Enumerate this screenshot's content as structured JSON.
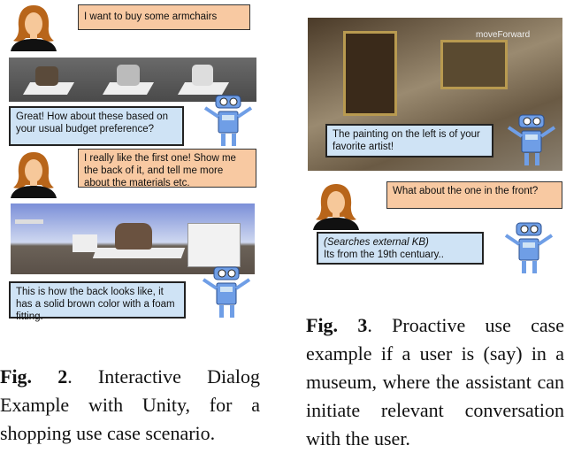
{
  "left_figure": {
    "user_msg_1": "I want to buy some armchairs",
    "bot_msg_1": "Great! How about these based on your usual budget preference?",
    "user_msg_2": "I really like the first one! Show me the back of it, and tell me more about the materials etc.",
    "bot_msg_2": "This is how the back looks like, it has a solid brown color with a foam fitting.",
    "caption_label": "Fig. 2",
    "caption_text": ". Interactive Dialog Example with Unity, for a shopping use case scenario."
  },
  "right_figure": {
    "scene_watermark": "moveForward",
    "bot_msg_1": "The painting on the left is of your favorite artist!",
    "user_msg_1": "What about the one in the front?",
    "bot_msg_2_action": "(Searches external KB)",
    "bot_msg_2": "Its from the 19th centuary..",
    "caption_label": "Fig. 3",
    "caption_text": ". Proactive use case example if a user is (say) in a museum, where the assistant can initiate relevant conversation with the user."
  },
  "colors": {
    "user_bubble": "#f8c9a2",
    "bot_bubble": "#cfe3f5",
    "robot": "#6f9ee6",
    "woman_hair": "#b8651a"
  }
}
